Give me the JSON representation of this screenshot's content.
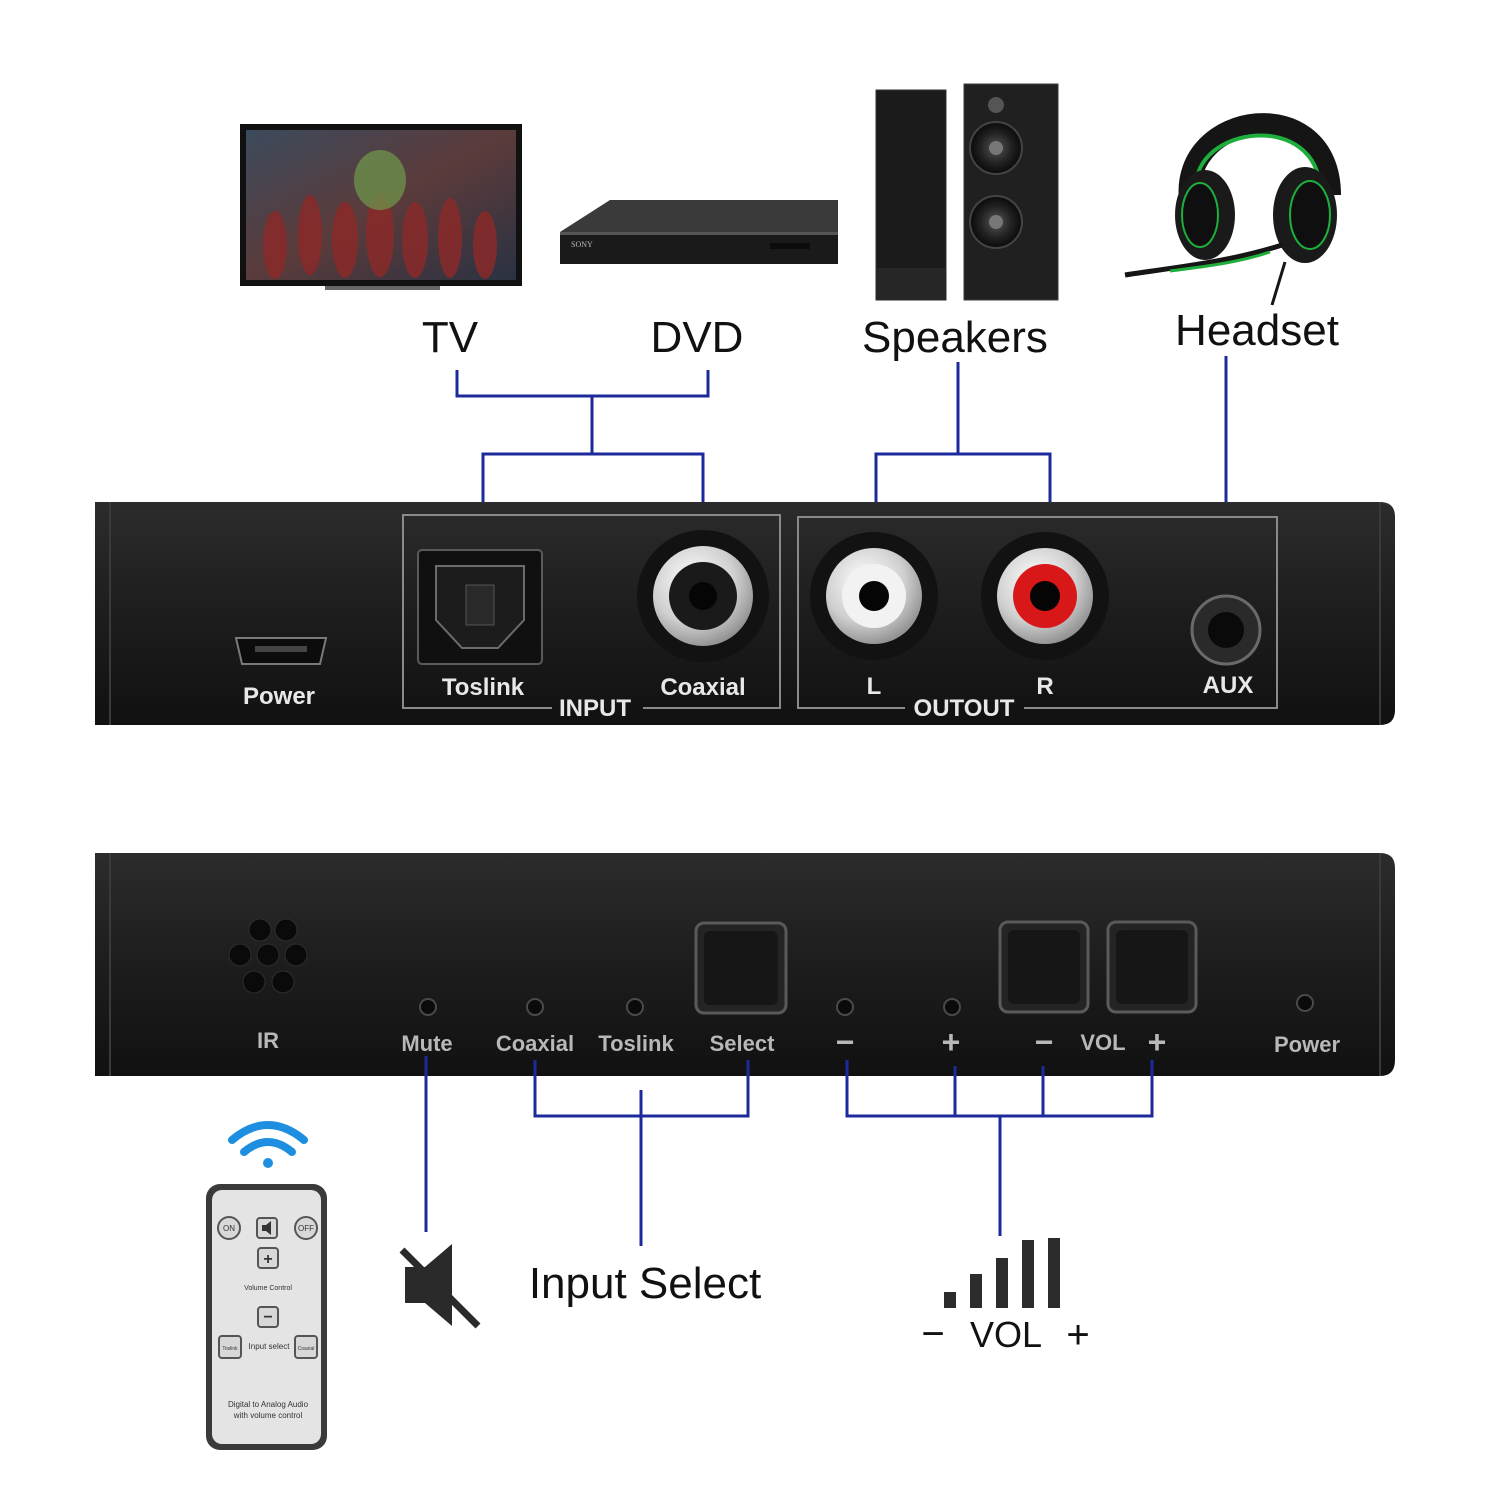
{
  "top_labels": {
    "tv": "TV",
    "dvd": "DVD",
    "speakers": "Speakers",
    "headset": "Headset"
  },
  "devices": {
    "dvd_brand": "SONY"
  },
  "rear_panel": {
    "power": "Power",
    "toslink": "Toslink",
    "coaxial": "Coaxial",
    "input_group": "INPUT",
    "left": "L",
    "right": "R",
    "output_group": "OUTOUT",
    "aux": "AUX"
  },
  "front_panel": {
    "ir": "IR",
    "mute": "Mute",
    "coaxial": "Coaxial",
    "toslink": "Toslink",
    "select": "Select",
    "minus": "−",
    "plus": "+",
    "vol_minus": "−",
    "vol": "VOL",
    "vol_plus": "+",
    "power": "Power"
  },
  "bottom_labels": {
    "input_select": "Input Select",
    "vol_minus": "−",
    "vol": "VOL",
    "vol_plus": "+"
  },
  "remote": {
    "on": "ON",
    "off": "OFF",
    "volume_control": "Volume Control",
    "toslink": "Toslink",
    "input_select": "Input select",
    "coaxial": "Coaxial",
    "caption_line1": "Digital to Analog Audio",
    "caption_line2": "with volume control"
  },
  "colors": {
    "connector_line": "#1d2a9c",
    "panel": "#1c1c1c",
    "right_rca_ring": "#d81818",
    "wireless_icon": "#1e8fe0",
    "headset_accent": "#1fae3c"
  }
}
